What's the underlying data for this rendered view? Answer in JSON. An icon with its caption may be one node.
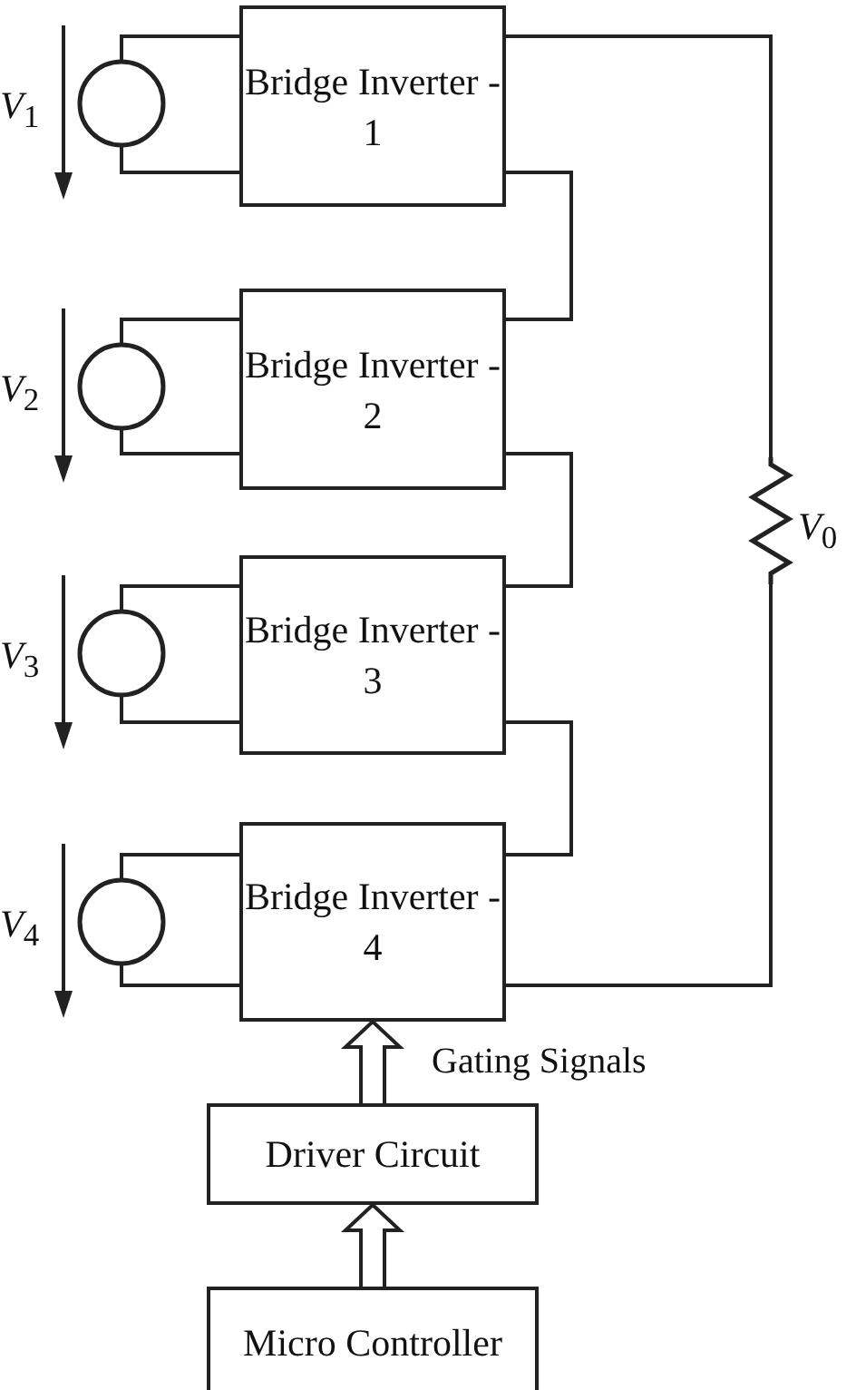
{
  "diagram": {
    "nodes": [
      {
        "text": [
          "Bridge Inverter - 1"
        ]
      },
      {
        "text": [
          "Bridge Inverter - 2"
        ]
      },
      {
        "text": [
          "Bridge Inverter - 3"
        ]
      },
      {
        "text": [
          "Bridge Inverter - 4"
        ]
      },
      {
        "text": [],
        "shape": "circle",
        "beside": [
          "*V*$_{1}$"
        ]
      },
      {
        "text": [],
        "shape": "circle",
        "beside": [
          "*V*$_{2}$"
        ]
      },
      {
        "text": [],
        "shape": "circle",
        "beside": [
          "*V*$_{3}$"
        ]
      },
      {
        "text": [],
        "shape": "circle",
        "beside": [
          "*V*$_{4}$"
        ]
      },
      {
        "text": [],
        "shape": "resistor",
        "beside": [
          "*V*$_{0}$"
        ]
      },
      {
        "text": [
          "Driver Circuit"
        ]
      },
      {
        "text": [
          "Micro Controller"
        ]
      }
    ],
    "edges": [
      {
        "from": 4,
        "to": 0,
        "arrow": "none"
      },
      {
        "from": 4,
        "to": 0,
        "arrow": "none"
      },
      {
        "from": 5,
        "to": 1,
        "arrow": "none"
      },
      {
        "from": 5,
        "to": 1,
        "arrow": "none"
      },
      {
        "from": 6,
        "to": 2,
        "arrow": "none"
      },
      {
        "from": 6,
        "to": 2,
        "arrow": "none"
      },
      {
        "from": 7,
        "to": 3,
        "arrow": "none"
      },
      {
        "from": 7,
        "to": 3,
        "arrow": "none"
      },
      {
        "from": 0,
        "to": 1,
        "arrow": "none"
      },
      {
        "from": 1,
        "to": 2,
        "arrow": "none"
      },
      {
        "from": 2,
        "to": 3,
        "arrow": "none"
      },
      {
        "from": 0,
        "to": 8,
        "arrow": "none"
      },
      {
        "from": 8,
        "to": 3,
        "arrow": "none"
      },
      {
        "from": 9,
        "to": 3,
        "arrow": "to",
        "label": "Gating Signals",
        "style": "thick"
      },
      {
        "from": 10,
        "to": 9,
        "arrow": "to",
        "style": "thick"
      }
    ]
  }
}
